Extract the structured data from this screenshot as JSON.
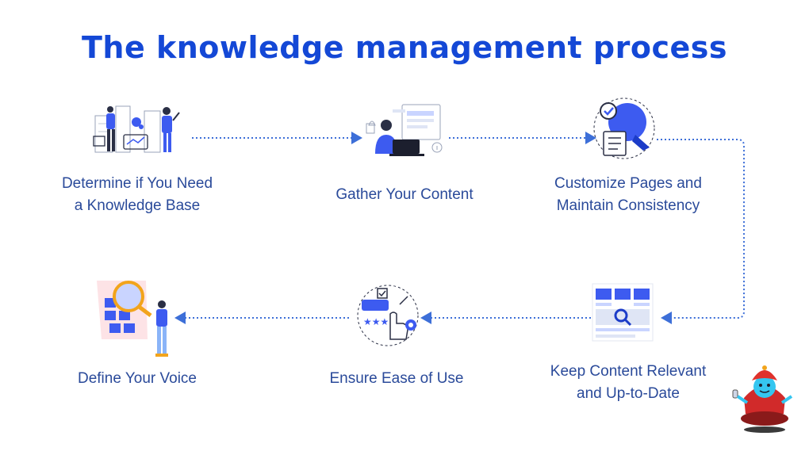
{
  "title": "The knowledge management process",
  "colors": {
    "accent": "#1448d6",
    "primary_blue": "#3d5bf0",
    "text": "#2a4a9a",
    "connector": "#3d6fd8"
  },
  "steps": [
    {
      "lines": [
        "Determine if You Need",
        "a Knowledge Base"
      ],
      "icon": "business-team-icon"
    },
    {
      "lines": [
        "Gather Your Content"
      ],
      "icon": "person-at-laptop-icon"
    },
    {
      "lines": [
        "Customize Pages and",
        "Maintain Consistency"
      ],
      "icon": "settings-checklist-icon"
    },
    {
      "lines": [
        "Keep Content Relevant",
        "and Up-to-Date"
      ],
      "icon": "webpage-search-icon"
    },
    {
      "lines": [
        "Ensure Ease of Use"
      ],
      "icon": "touch-interface-icon"
    },
    {
      "lines": [
        "Define Your Voice"
      ],
      "icon": "magnifier-person-icon"
    }
  ],
  "mascot": "meditating-mascot-icon"
}
